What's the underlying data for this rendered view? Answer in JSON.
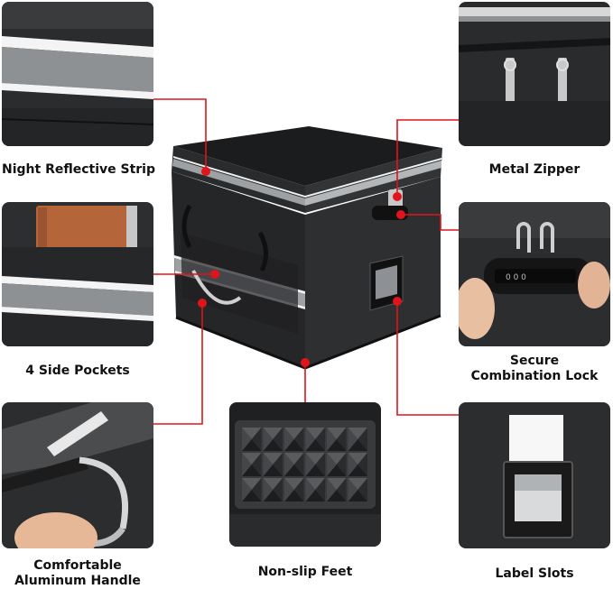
{
  "features": [
    {
      "key": "night-reflective-strip",
      "label": "Night Reflective Strip"
    },
    {
      "key": "metal-zipper",
      "label": "Metal Zipper"
    },
    {
      "key": "side-pockets",
      "label": "4 Side Pockets"
    },
    {
      "key": "combination-lock",
      "line1": "Secure",
      "line2": "Combination Lock"
    },
    {
      "key": "aluminum-handle",
      "line1": "Comfortable",
      "line2": "Aluminum Handle"
    },
    {
      "key": "non-slip-feet",
      "label": "Non-slip Feet"
    },
    {
      "key": "label-slots",
      "label": "Label Slots"
    }
  ],
  "colors": {
    "callout": "#e0141b",
    "fabric": "#2a2b2d",
    "reflective": "#b9bcbf",
    "accent_white": "#f2f2f2"
  }
}
